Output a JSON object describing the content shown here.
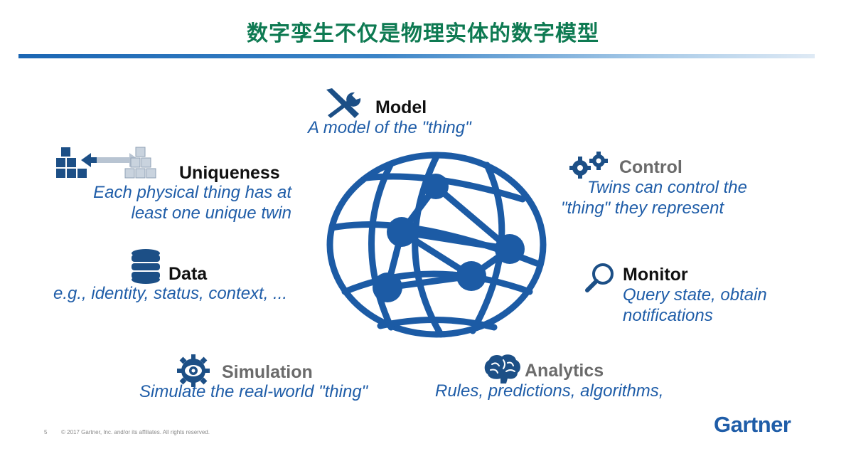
{
  "slide": {
    "title": "数字孪生不仅是物理实体的数字模型",
    "page_number": "5",
    "copyright": "© 2017 Gartner, Inc. and/or its affiliates. All rights reserved.",
    "logo": "Gartner"
  },
  "items": {
    "model": {
      "heading": "Model",
      "desc": "A model of the \"thing\"",
      "icon": "wrench-screwdriver-icon"
    },
    "uniqueness": {
      "heading": "Uniqueness",
      "desc_line1": "Each physical thing has at",
      "desc_line2": "least one unique twin",
      "icon": "cubes-arrow-icon"
    },
    "control": {
      "heading": "Control",
      "desc_line1": "Twins can control the",
      "desc_line2": "\"thing\" they represent",
      "icon": "gears-icon"
    },
    "data": {
      "heading": "Data",
      "desc": "e.g., identity, status, context, ...",
      "icon": "database-icon"
    },
    "monitor": {
      "heading": "Monitor",
      "desc_line1": "Query state, obtain",
      "desc_line2": "notifications",
      "icon": "magnifier-icon"
    },
    "simulation": {
      "heading": "Simulation",
      "desc": "Simulate the real-world \"thing\"",
      "icon": "eye-gear-icon"
    },
    "analytics": {
      "heading": "Analytics",
      "desc": "Rules, predictions, algorithms,",
      "icon": "brain-icon"
    }
  },
  "colors": {
    "title_green": "#0e7a52",
    "brand_blue": "#1f5da8",
    "globe_blue": "#1c5ba5",
    "muted_gray": "#6b6b6b"
  }
}
